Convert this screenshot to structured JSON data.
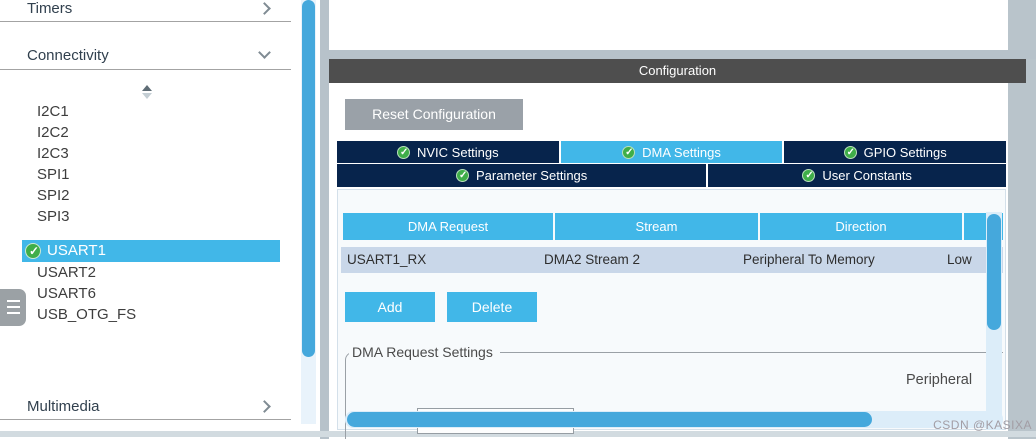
{
  "sidebar": {
    "categories": [
      {
        "label": "Timers"
      },
      {
        "label": "Connectivity"
      },
      {
        "label": "Multimedia"
      }
    ],
    "items": [
      "I2C1",
      "I2C2",
      "I2C3",
      "SPI1",
      "SPI2",
      "SPI3",
      "USART1",
      "USART2",
      "USART6",
      "USB_OTG_FS"
    ],
    "selected_item": "USART1"
  },
  "config_panel": {
    "title": "Configuration",
    "reset_button_label": "Reset Configuration",
    "tabs_row1": [
      {
        "label": "NVIC Settings",
        "active": false
      },
      {
        "label": "DMA Settings",
        "active": true
      },
      {
        "label": "GPIO Settings",
        "active": false
      }
    ],
    "tabs_row2": [
      {
        "label": "Parameter Settings",
        "active": false
      },
      {
        "label": "User Constants",
        "active": false
      }
    ]
  },
  "dma_table": {
    "columns": [
      "DMA Request",
      "Stream",
      "Direction",
      ""
    ],
    "rows": [
      {
        "dma_request": "USART1_RX",
        "stream": "DMA2 Stream 2",
        "direction": "Peripheral To Memory",
        "priority": "Low"
      }
    ]
  },
  "actions": {
    "add_label": "Add",
    "delete_label": "Delete"
  },
  "dma_request_settings": {
    "legend": "DMA Request Settings",
    "peripheral_label": "Peripheral"
  },
  "watermark": "CSDN @KASIXA",
  "colors": {
    "accent_blue": "#41b7e8",
    "navy_tab": "#07244c",
    "selected_row_bg": "#c9d7e9",
    "header_bar_gray": "#4e4e4e",
    "reset_button_gray": "#9aa1a8",
    "scrollbar_thumb": "#45a8dc",
    "scrollbar_track": "#dcedf9",
    "check_green": "#3fae49"
  }
}
